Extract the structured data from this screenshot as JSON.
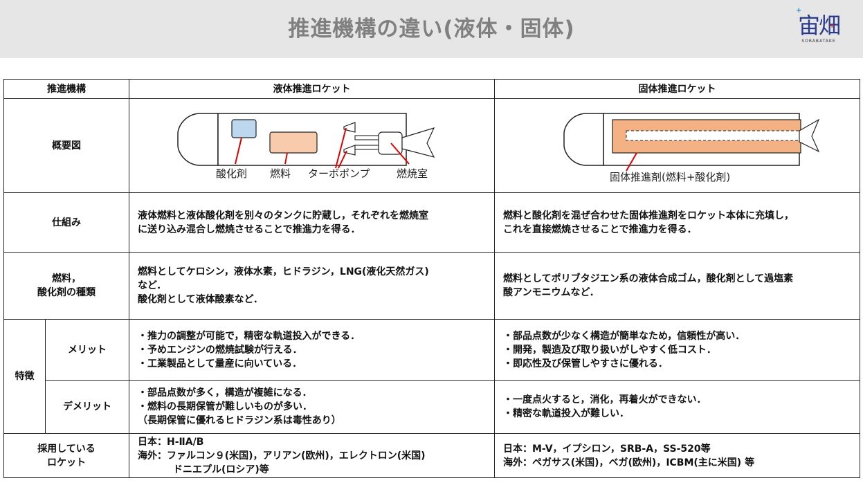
{
  "slide": {
    "title": "推進機構の違い(液体・固体)",
    "logo_text": "宙畑",
    "logo_sub": "SORABATAKE"
  },
  "table": {
    "col_headers": [
      "推進機構",
      "液体推進ロケット",
      "固体推進ロケット"
    ],
    "rows": {
      "overview": {
        "label": "概要図",
        "liquid_labels": [
          "酸化剤",
          "燃料",
          "ターボポンプ",
          "燃焼室"
        ],
        "solid_label": "固体推進剤(燃料+酸化剤)"
      },
      "mechanism": {
        "label": "仕組み",
        "liquid": "液体燃料と液体酸化剤を別々のタンクに貯蔵し，それぞれを燃焼室\nに送り込み混合し燃焼させることで推進力を得る．",
        "solid": "燃料と酸化剤を混ぜ合わせた固体推進剤をロケット本体に充填し，\nこれを直接燃焼させることで推進力を得る．"
      },
      "fuel_types": {
        "label_line1": "燃料，",
        "label_line2": "酸化剤の種類",
        "liquid": "燃料としてケロシン，液体水素，ヒドラジン，LNG(液化天然ガス)\nなど．\n酸化剤として液体酸素など．",
        "solid": "燃料としてポリブタジエン系の液体合成ゴム，酸化剤として過塩素\n酸アンモニウムなど．"
      },
      "features": {
        "label": "特徴",
        "merit": {
          "label": "メリット",
          "liquid": "・推力の調整が可能で，精密な軌道投入ができる．\n・予めエンジンの燃焼試験が行える．\n・工業製品として量産に向いている．",
          "solid": "・部品点数が少なく構造が簡単なため，信頼性が高い．\n・開発，製造及び取り扱いがしやすく低コスト．\n・即応性及び保管しやすさに優れる．"
        },
        "demerit": {
          "label": "デメリット",
          "liquid": "・部品点数が多く，構造が複雑になる．\n・燃料の長期保管が難しいものが多い．\n（長期保管に優れるヒドラジン系は毒性あり）",
          "solid": "・一度点火すると，消化，再着火ができない．\n・精密な軌道投入が難しい．"
        }
      },
      "adopted": {
        "label_line1": "採用している",
        "label_line2": "ロケット",
        "liquid_jp": "日本：H-ⅡA/B",
        "liquid_abroad": "海外：ファルコン９(米国)，アリアン(欧州)，エレクトロン(米国)",
        "liquid_abroad2": "ドニエプル(ロシア)等",
        "solid_jp": "日本：M-V，イプシロン，SRB-A，SS-520等",
        "solid_abroad": "海外：ペガサス(米国)，ベガ(欧州)，ICBM(主に米国) 等"
      }
    }
  },
  "colors": {
    "header_bg": "#e6e6e6",
    "title": "#808080",
    "oxidizer": "#bdd7ee",
    "fuel": "#f8cbad",
    "propellant": "#f4b183",
    "pointer": "#e00000"
  }
}
